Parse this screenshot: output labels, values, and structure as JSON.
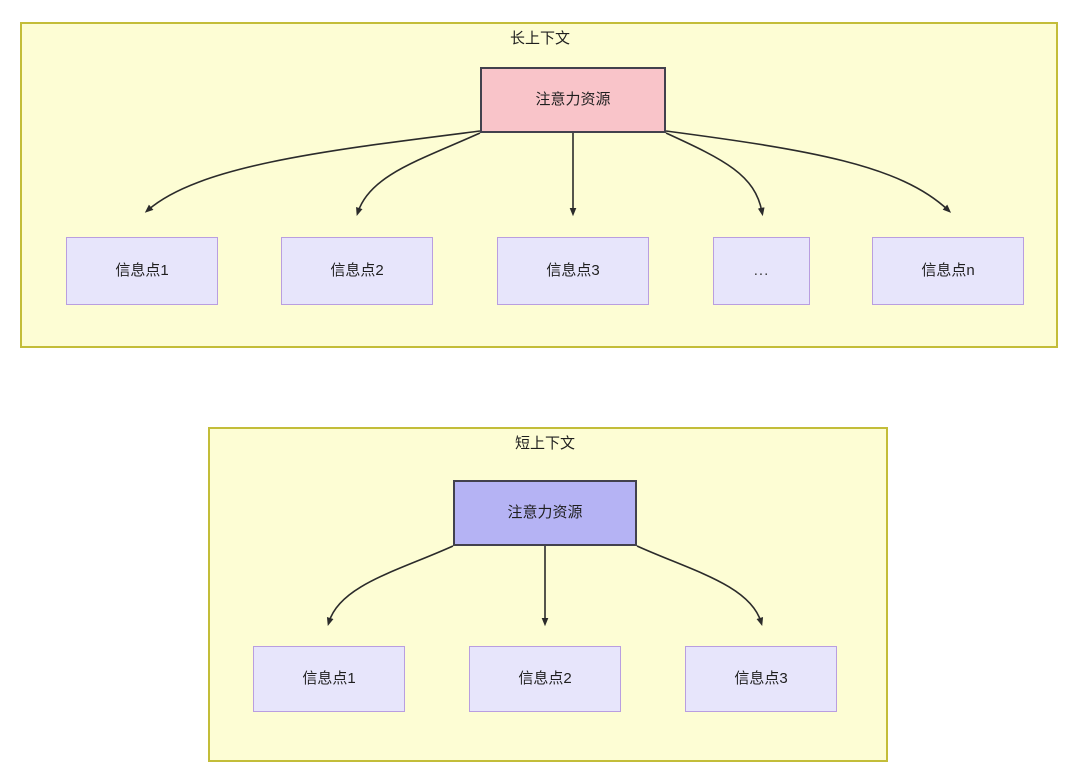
{
  "diagram": {
    "type": "two-panel-node-diagram",
    "background": "#ffffff",
    "panel_fill": "#fdfdd4",
    "panel_border": "#c3bd39",
    "panels": [
      {
        "id": "long-context",
        "title": "长上下文",
        "root": {
          "label": "注意力资源",
          "fill": "#f9c4c9",
          "border": "#42414d"
        },
        "children": [
          {
            "label": "信息点1"
          },
          {
            "label": "信息点2"
          },
          {
            "label": "信息点3"
          },
          {
            "label": "..."
          },
          {
            "label": "信息点n"
          }
        ],
        "child_fill": "#e7e5fb",
        "child_border": "#b99ee0"
      },
      {
        "id": "short-context",
        "title": "短上下文",
        "root": {
          "label": "注意力资源",
          "fill": "#b5b3f4",
          "border": "#42414d"
        },
        "children": [
          {
            "label": "信息点1"
          },
          {
            "label": "信息点2"
          },
          {
            "label": "信息点3"
          }
        ],
        "child_fill": "#e7e5fb",
        "child_border": "#b99ee0"
      }
    ],
    "edge_color": "#2b2b2b"
  }
}
